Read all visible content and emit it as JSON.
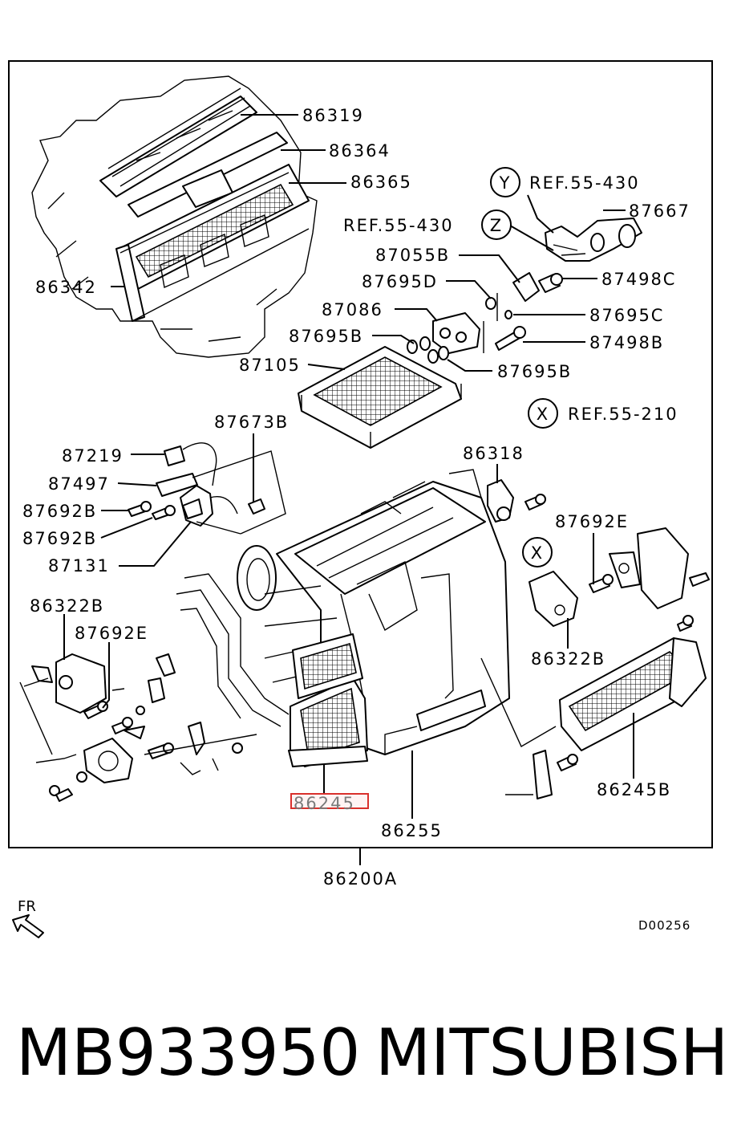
{
  "diagram": {
    "frame_label": "86200A",
    "drawing_code": "D00256",
    "direction_label": "FR",
    "highlighted_part": "86245",
    "labels": {
      "p86319": "86319",
      "p86364": "86364",
      "p86365": "86365",
      "p86342": "86342",
      "refY": "REF.55-430",
      "refZ": "REF.55-430",
      "p87667": "87667",
      "p87055B": "87055B",
      "p87695D": "87695D",
      "p87498C": "87498C",
      "p87086": "87086",
      "p87695C": "87695C",
      "p87695B_1": "87695B",
      "p87498B": "87498B",
      "p87105": "87105",
      "p87695B_2": "87695B",
      "refX": "REF.55-210",
      "p87673B": "87673B",
      "p86318": "86318",
      "p87219": "87219",
      "p87497": "87497",
      "p87692B_1": "87692B",
      "p87692B_2": "87692B",
      "p87692E_right": "87692E",
      "p87131": "87131",
      "p86322B_left": "86322B",
      "p87692E_left": "87692E",
      "p86322B_right": "86322B",
      "p86245B": "86245B",
      "p86245": "86245",
      "p86255": "86255"
    },
    "markers": {
      "x_top": "X",
      "x_mid": "X",
      "y": "Y",
      "z": "Z"
    },
    "highlight_color": "#d9302c"
  },
  "footer": {
    "part_number": "MB933950",
    "brand": "MITSUBISHI"
  }
}
